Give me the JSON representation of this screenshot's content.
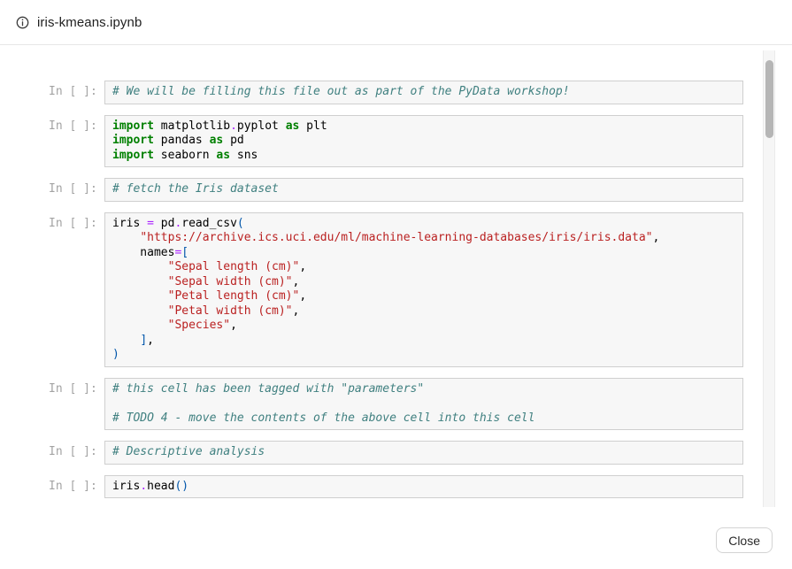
{
  "header": {
    "title": "iris-kmeans.ipynb",
    "icon": "info-circle-icon"
  },
  "notebook": {
    "prompt": "In [ ]:",
    "cells": [
      {
        "lines": [
          [
            {
              "c": "com",
              "t": "# We will be filling this file out as part of the PyData workshop!"
            }
          ]
        ]
      },
      {
        "lines": [
          [
            {
              "c": "kw",
              "t": "import"
            },
            {
              "c": "pl",
              "t": " matplotlib"
            },
            {
              "c": "op",
              "t": "."
            },
            {
              "c": "pl",
              "t": "pyplot "
            },
            {
              "c": "kw",
              "t": "as"
            },
            {
              "c": "pl",
              "t": " plt"
            }
          ],
          [
            {
              "c": "kw",
              "t": "import"
            },
            {
              "c": "pl",
              "t": " pandas "
            },
            {
              "c": "kw",
              "t": "as"
            },
            {
              "c": "pl",
              "t": " pd"
            }
          ],
          [
            {
              "c": "kw",
              "t": "import"
            },
            {
              "c": "pl",
              "t": " seaborn "
            },
            {
              "c": "kw",
              "t": "as"
            },
            {
              "c": "pl",
              "t": " sns"
            }
          ]
        ]
      },
      {
        "lines": [
          [
            {
              "c": "com",
              "t": "# fetch the Iris dataset"
            }
          ]
        ]
      },
      {
        "lines": [
          [
            {
              "c": "pl",
              "t": "iris "
            },
            {
              "c": "op",
              "t": "="
            },
            {
              "c": "pl",
              "t": " pd"
            },
            {
              "c": "op",
              "t": "."
            },
            {
              "c": "pl",
              "t": "read_csv"
            },
            {
              "c": "br",
              "t": "("
            }
          ],
          [
            {
              "c": "pl",
              "t": "    "
            },
            {
              "c": "str",
              "t": "\"https://archive.ics.uci.edu/ml/machine-learning-databases/iris/iris.data\""
            },
            {
              "c": "pl",
              "t": ","
            }
          ],
          [
            {
              "c": "pl",
              "t": "    names"
            },
            {
              "c": "op",
              "t": "="
            },
            {
              "c": "br",
              "t": "["
            }
          ],
          [
            {
              "c": "pl",
              "t": "        "
            },
            {
              "c": "str",
              "t": "\"Sepal length (cm)\""
            },
            {
              "c": "pl",
              "t": ","
            }
          ],
          [
            {
              "c": "pl",
              "t": "        "
            },
            {
              "c": "str",
              "t": "\"Sepal width (cm)\""
            },
            {
              "c": "pl",
              "t": ","
            }
          ],
          [
            {
              "c": "pl",
              "t": "        "
            },
            {
              "c": "str",
              "t": "\"Petal length (cm)\""
            },
            {
              "c": "pl",
              "t": ","
            }
          ],
          [
            {
              "c": "pl",
              "t": "        "
            },
            {
              "c": "str",
              "t": "\"Petal width (cm)\""
            },
            {
              "c": "pl",
              "t": ","
            }
          ],
          [
            {
              "c": "pl",
              "t": "        "
            },
            {
              "c": "str",
              "t": "\"Species\""
            },
            {
              "c": "pl",
              "t": ","
            }
          ],
          [
            {
              "c": "pl",
              "t": "    "
            },
            {
              "c": "br",
              "t": "]"
            },
            {
              "c": "pl",
              "t": ","
            }
          ],
          [
            {
              "c": "br",
              "t": ")"
            }
          ]
        ]
      },
      {
        "lines": [
          [
            {
              "c": "com",
              "t": "# this cell has been tagged with \"parameters\""
            }
          ],
          [],
          [
            {
              "c": "com",
              "t": "# TODO 4 - move the contents of the above cell into this cell"
            }
          ]
        ]
      },
      {
        "lines": [
          [
            {
              "c": "com",
              "t": "# Descriptive analysis"
            }
          ]
        ]
      },
      {
        "lines": [
          [
            {
              "c": "pl",
              "t": "iris"
            },
            {
              "c": "op",
              "t": "."
            },
            {
              "c": "pl",
              "t": "head"
            },
            {
              "c": "br",
              "t": "()"
            }
          ]
        ]
      }
    ]
  },
  "footer": {
    "close_label": "Close"
  },
  "colors": {
    "keyword": "#008000",
    "string": "#ba2121",
    "comment": "#408080",
    "operator": "#aa22ff",
    "bracket": "#0055aa",
    "prompt_text": "#a3a3a3",
    "cell_background": "#f7f7f7",
    "cell_border": "#cfcfcf",
    "header_divider": "#e7e7e7",
    "scrollbar_thumb": "#b6b6b6"
  }
}
